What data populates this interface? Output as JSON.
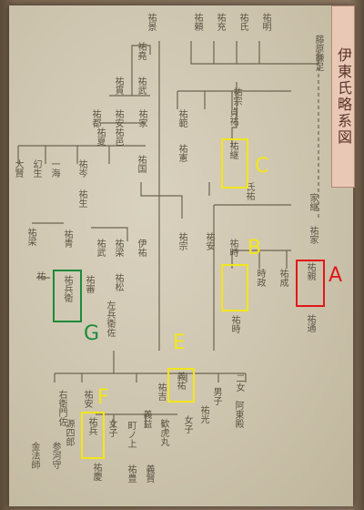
{
  "document": {
    "title": "伊東氏略系図",
    "subtitle": "藤原鎌足",
    "names": {
      "n1": "祐明",
      "n2": "祐氏",
      "n3": "祐充",
      "n4": "祐頼",
      "n5": "祐景",
      "n6": "祐宗",
      "n7": "貞祐",
      "n8": "祐武",
      "n9": "祐貫",
      "n10": "祐家",
      "n11": "祐安",
      "n12": "祐都",
      "n13": "祐夏",
      "n14": "祐邑",
      "n15": "祐国",
      "n16": "祐堯",
      "n17": "祐範",
      "n18": "祐憲",
      "n19": "氏祐",
      "n20": "祐安",
      "n21": "祐宗",
      "n22": "一海",
      "n23": "祐岑",
      "n24": "祐生",
      "n25": "幻生",
      "n26": "大賢",
      "n27": "祐青",
      "n28": "祐武",
      "n29": "祐梁",
      "n30": "祐松",
      "n31": "伊祐",
      "n32": "祐梁",
      "n33": "祐",
      "n34": "祐兵衛",
      "n35": "祐審",
      "n36": "左兵衛佐",
      "n37": "祐継",
      "n38": "家継",
      "n39": "祐家",
      "n40": "祐成",
      "n41": "時政",
      "n42": "祐時",
      "n43": "祐親",
      "n44": "祐通",
      "n45": "祐吉",
      "n46": "義祐",
      "n47": "男子",
      "n48": "二女",
      "n49": "阿東殿",
      "n50": "右衛門佐",
      "n51": "祐安",
      "n52": "源四郎",
      "n53": "参河守",
      "n54": "金法師",
      "n55": "祐兵",
      "n56": "女子",
      "n57": "町ノ上",
      "n58": "義益",
      "n59": "歓虎丸",
      "n60": "祐慶",
      "n61": "祐豊",
      "n62": "義賢",
      "n63": "女子",
      "n64": "祐光",
      "n65": "祐時"
    },
    "annotations": [
      {
        "label": "A",
        "color": "red"
      },
      {
        "label": "B",
        "color": "yellow"
      },
      {
        "label": "C",
        "color": "yellow"
      },
      {
        "label": "E",
        "color": "yellow"
      },
      {
        "label": "F",
        "color": "yellow"
      },
      {
        "label": "G",
        "color": "green"
      }
    ],
    "colors": {
      "yellow": "#f2e61a",
      "red": "#e01818",
      "green": "#1d8a3a"
    }
  }
}
